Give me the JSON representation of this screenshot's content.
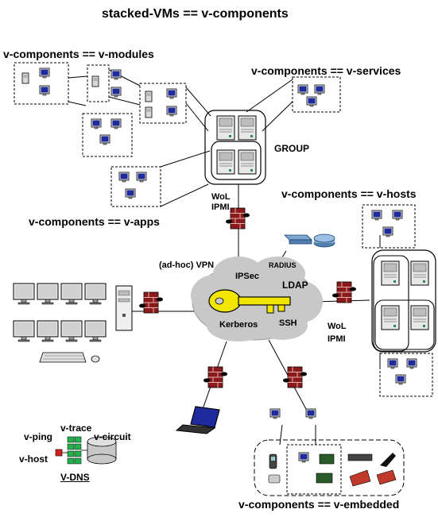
{
  "title": "stacked-VMs == v-components",
  "labels": {
    "modules": "v-components == v-modules",
    "services": "v-components == v-services",
    "group": "GROUP",
    "wol_top": "WoL",
    "ipmi_top": "IPMI",
    "apps": "v-components == v-apps",
    "hosts": "v-components ==  v-hosts",
    "vpn": "(ad-hoc) VPN",
    "radius": "RADIUS",
    "ipsec": "IPSec",
    "ldap": "LDAP",
    "ssh": "SSH",
    "kerberos": "Kerberos",
    "wol_right": "WoL",
    "ipmi_right": "IPMI",
    "embedded": "v-components ==  v-embedded"
  },
  "vdns": {
    "trace": "v-trace",
    "ping": "v-ping",
    "circuit": "v-circuit",
    "host": "v-host",
    "title": "V-DNS"
  },
  "colors": {
    "firewall": "#8b1a1a",
    "key": "#f2e600",
    "cloud": "#c8c8c8",
    "server": "#d9d9d9",
    "screen": "#1f2a9c",
    "vdns_green": "#22b14c",
    "vdns_red": "#d62020"
  }
}
